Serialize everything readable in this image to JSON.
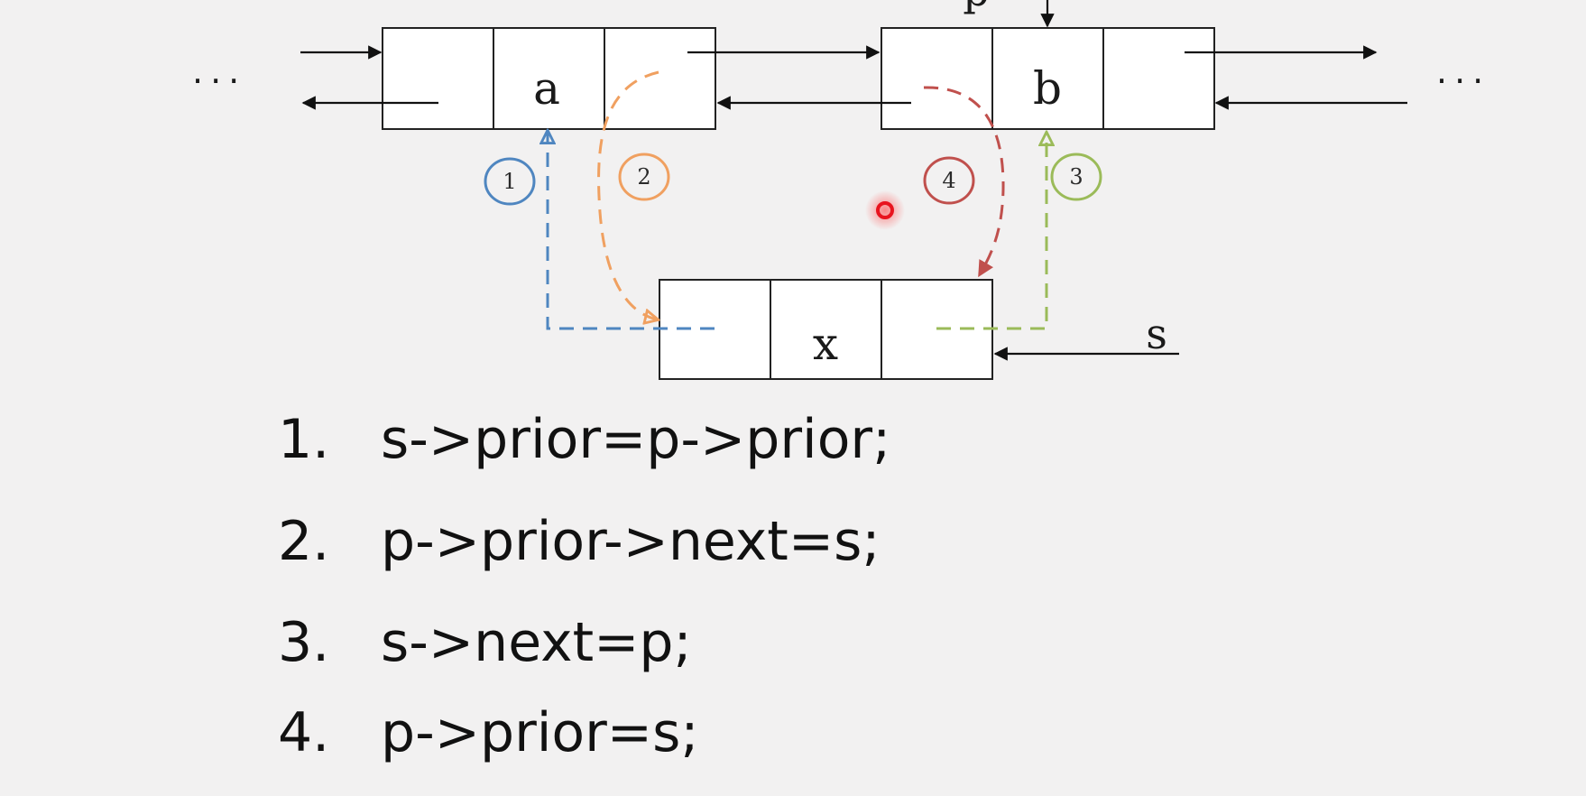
{
  "nodes": {
    "a": {
      "data": "a"
    },
    "b": {
      "data": "b"
    },
    "x": {
      "data": "x"
    }
  },
  "pointers": {
    "p": "p",
    "s": "s"
  },
  "ellipsis": {
    "left": "···",
    "right": "···"
  },
  "step_markers": {
    "one": "1",
    "two": "2",
    "three": "3",
    "four": "4"
  },
  "colors": {
    "step1": "#4f86c0",
    "step2": "#f0a060",
    "step3": "#9bbb59",
    "step4": "#c0504d",
    "laser": "#e8141e"
  },
  "steps": [
    {
      "num": "1.",
      "code": "s->prior=p->prior;"
    },
    {
      "num": "2.",
      "code": "p->prior->next=s;"
    },
    {
      "num": "3.",
      "code": "s->next=p;"
    },
    {
      "num": "4.",
      "code": "p->prior=s;"
    }
  ]
}
